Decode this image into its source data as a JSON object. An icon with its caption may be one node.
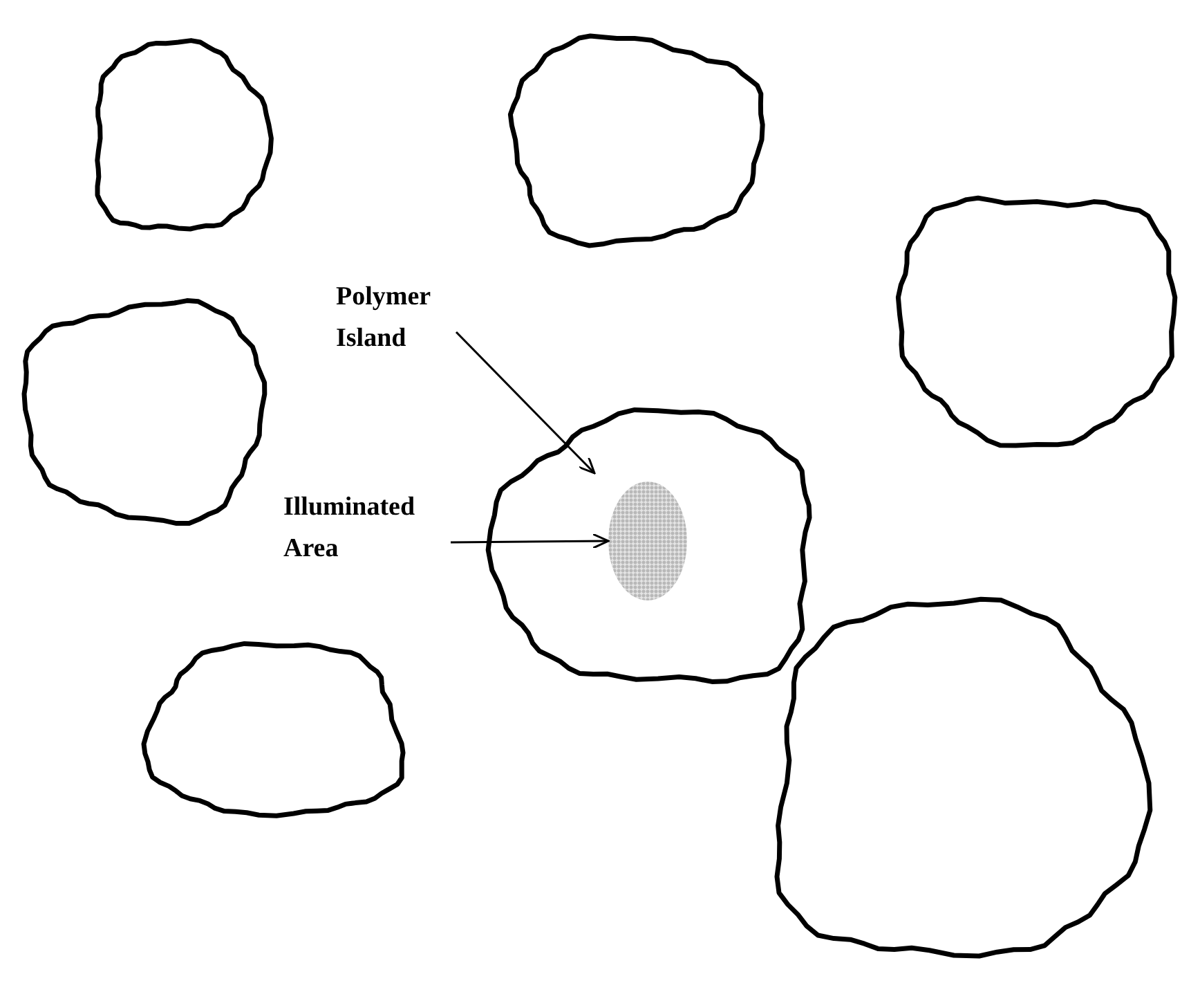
{
  "diagram": {
    "nodes": [
      {
        "text": [
          "Polymer Island"
        ]
      },
      {
        "text": [],
        "shape": "blob"
      },
      {
        "text": [],
        "shape": "ellipse",
        "in": 1
      },
      {
        "text": [
          "Illuminated Area"
        ]
      },
      {
        "text": [],
        "shape": "blob"
      },
      {
        "text": [],
        "shape": "blob"
      },
      {
        "text": [],
        "shape": "blob"
      },
      {
        "text": [],
        "shape": "blob"
      },
      {
        "text": [],
        "shape": "blob"
      },
      {
        "text": [],
        "shape": "blob"
      }
    ],
    "edges": [
      {
        "from": 0,
        "to": 1,
        "arrow": "to"
      },
      {
        "from": 3,
        "to": 2,
        "arrow": "to"
      }
    ]
  }
}
